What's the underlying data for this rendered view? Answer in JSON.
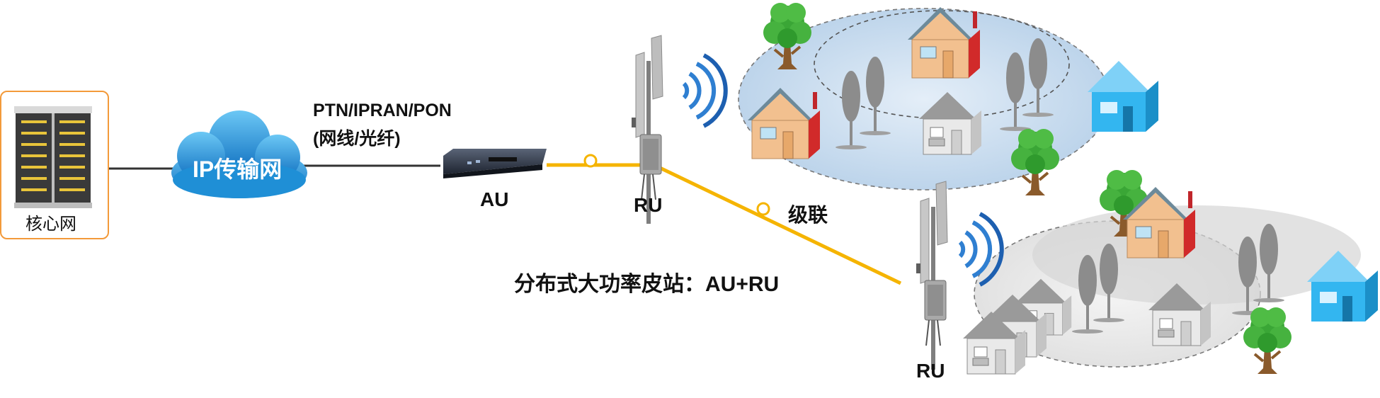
{
  "labels": {
    "core_network": "核心网",
    "cloud": "IP传输网",
    "transport_line1": "PTN/IPRAN/PON",
    "transport_line2": "(网线/光纤)",
    "au": "AU",
    "ru_top": "RU",
    "ru_bottom": "RU",
    "cascade": "级联",
    "caption": "分布式大功率皮站：AU+RU"
  },
  "colors": {
    "core_border": "#f39a3a",
    "cloud": "#1f8fd6",
    "fiber": "#f5b400",
    "link": "#333333",
    "coverage_top": "#c9dcef",
    "coverage_bottom": "#e6e6e6",
    "house_orange": "#f2c08f",
    "house_blue": "#33b6f0",
    "house_gray": "#d6d6d6",
    "tree_green": "#3aa636",
    "poplar_gray": "#8c8c8c",
    "signal_blue": "#2f7fd1"
  },
  "icons": [
    "server-rack-icon",
    "cloud-icon",
    "au-device-icon",
    "ru-antenna-icon",
    "signal-icon",
    "house-icon",
    "tree-icon"
  ]
}
